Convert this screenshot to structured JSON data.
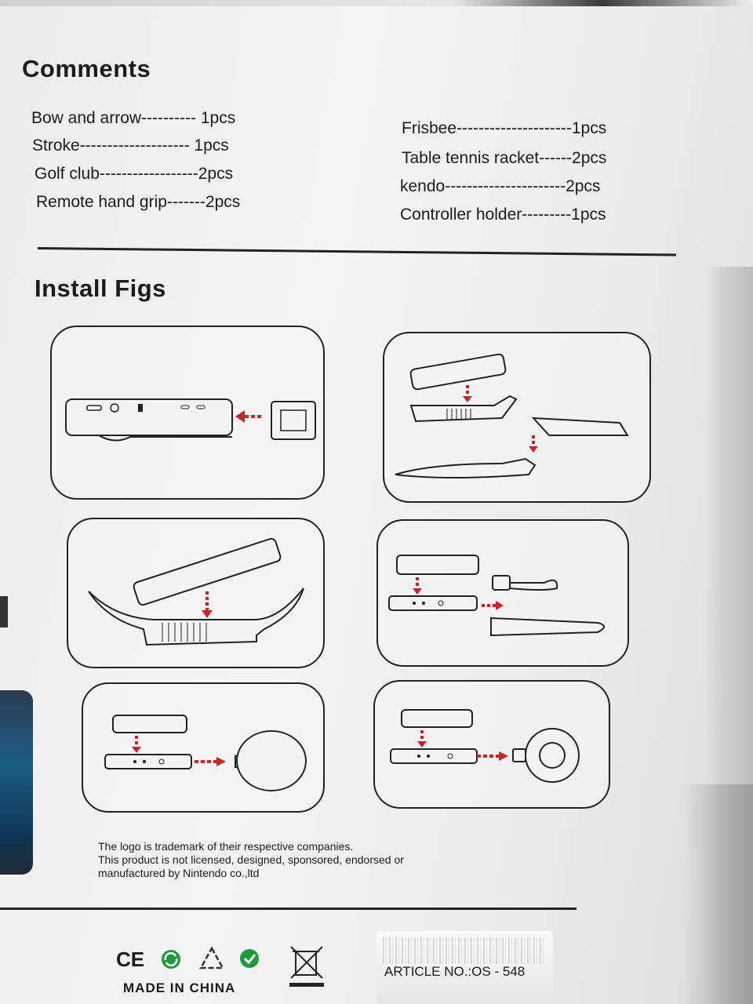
{
  "comments": {
    "heading": "Comments",
    "left_items": [
      "Bow and arrow---------- 1pcs",
      "Stroke-------------------- 1pcs",
      "Golf club------------------2pcs",
      "Remote hand grip-------2pcs"
    ],
    "right_items": [
      "Frisbee---------------------1pcs",
      "Table tennis racket------2pcs",
      "kendo----------------------2pcs",
      "Controller holder---------1pcs"
    ]
  },
  "install": {
    "heading": "Install Figs"
  },
  "legal": {
    "lines": [
      "The logo is trademark of their respective companies.",
      "This product is not licensed, designed, sponsored, endorsed or",
      "manufactured by Nintendo co.,ltd"
    ]
  },
  "footer": {
    "ce_mark": "CE",
    "made_in": "MADE IN CHINA",
    "article": "ARTICLE NO.:OS - 548"
  },
  "colors": {
    "arrow": "#c8262b",
    "ink": "#222222"
  }
}
